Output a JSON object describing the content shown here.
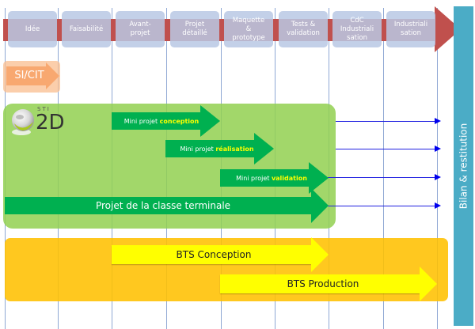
{
  "timeline": {
    "phases": [
      {
        "label": "Idée"
      },
      {
        "label": "Faisabilité"
      },
      {
        "label": "Avant-\nprojet"
      },
      {
        "label": "Projet\ndétaillé"
      },
      {
        "label": "Maquette\n&\nprototype"
      },
      {
        "label": "Tests &\nvalidation"
      },
      {
        "label": "CdC\nIndustriali\nsation"
      },
      {
        "label": "Industriali\nsation"
      }
    ],
    "end_label": "Bilan & restitution"
  },
  "sicit": {
    "label": "SI/CIT"
  },
  "sti2d": {
    "logo_small": "STI",
    "logo_big": "2D",
    "arrows": [
      {
        "prefix": "Mini projet ",
        "highlight": "conception"
      },
      {
        "prefix": "Mini projet ",
        "highlight": "réalisation"
      },
      {
        "prefix": "Mini projet ",
        "highlight": "validation"
      }
    ],
    "main_arrow": "Projet de la classe terminale"
  },
  "bts": {
    "arrows": [
      {
        "label": "BTS Conception"
      },
      {
        "label": "BTS Production"
      }
    ]
  },
  "colors": {
    "timeline": "#c0504d",
    "phase_box": "#b8c8e4",
    "bilan": "#4bacc6",
    "sicit": "#f8a870",
    "sti2d_zone": "#92d050",
    "sti2d_arrow": "#00b050",
    "highlight_text": "#ffff00",
    "bts_zone": "#ffc000",
    "bts_arrow": "#ffff00",
    "connector": "#0000ee"
  }
}
